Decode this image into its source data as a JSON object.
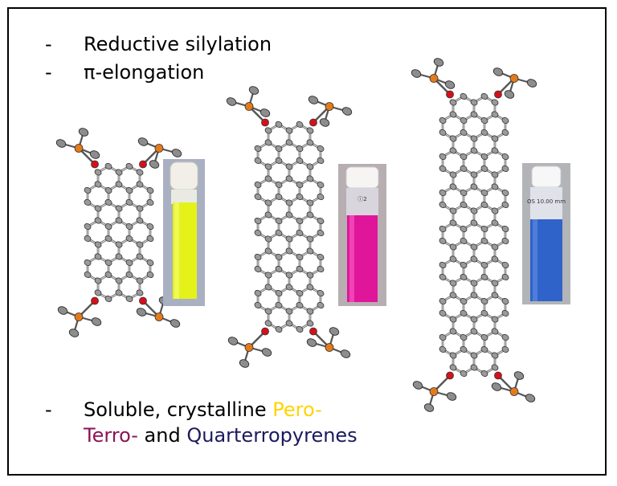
{
  "bullets": {
    "dash": "-",
    "item1": "Reductive silylation",
    "item2": "π-elongation",
    "item3_prefix": "Soluble, crystalline ",
    "item3_pero": "Pero-",
    "item3_terro": "Terro-",
    "item3_and": " and ",
    "item3_quarter": "Quarterropyrenes"
  },
  "vials": {
    "peropyrene_label": "",
    "terropyrene_label": "ⓘ2",
    "quarterropyrene_label": "OS  10.00 mm"
  },
  "colors": {
    "pero": "#ffd400",
    "terro": "#8b1456",
    "quarter": "#1c1a5c",
    "vial_yellow": "#e4f21a",
    "vial_magenta": "#e0169a",
    "vial_blue": "#2f63c9",
    "oxygen": "#d6101a",
    "silicon": "#e57a1a",
    "carbon": "#9a9a9a"
  }
}
